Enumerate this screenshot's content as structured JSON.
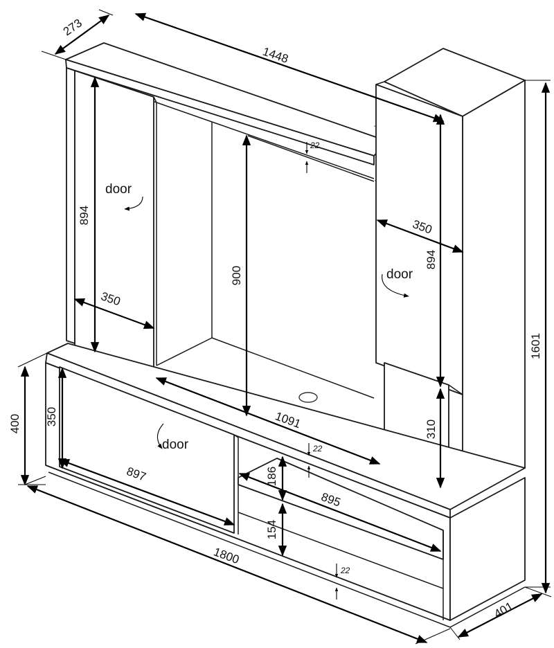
{
  "dimensions": {
    "top_depth": "273",
    "top_width": "1448",
    "gap_small_top": "22",
    "left_cabinet_height": "894",
    "left_cabinet_depth": "350",
    "center_opening_height": "900",
    "right_cabinet_depth": "350",
    "right_cabinet_height": "894",
    "total_height": "1601",
    "base_height": "400",
    "drawer_height": "350",
    "center_width": "1091",
    "gap_small_mid": "22",
    "shelf_height": "186",
    "left_door_width": "897",
    "shelf_width": "895",
    "lower_niche_height": "154",
    "total_width": "1800",
    "gap_small_bottom": "22",
    "base_depth": "401",
    "right_leg_height": "310"
  },
  "labels": {
    "door_upper_left": "door",
    "door_upper_right": "door",
    "door_lower_left": "door"
  },
  "colors": {
    "line": "#1a1a1a",
    "dimension": "#000000",
    "background": "#ffffff"
  }
}
